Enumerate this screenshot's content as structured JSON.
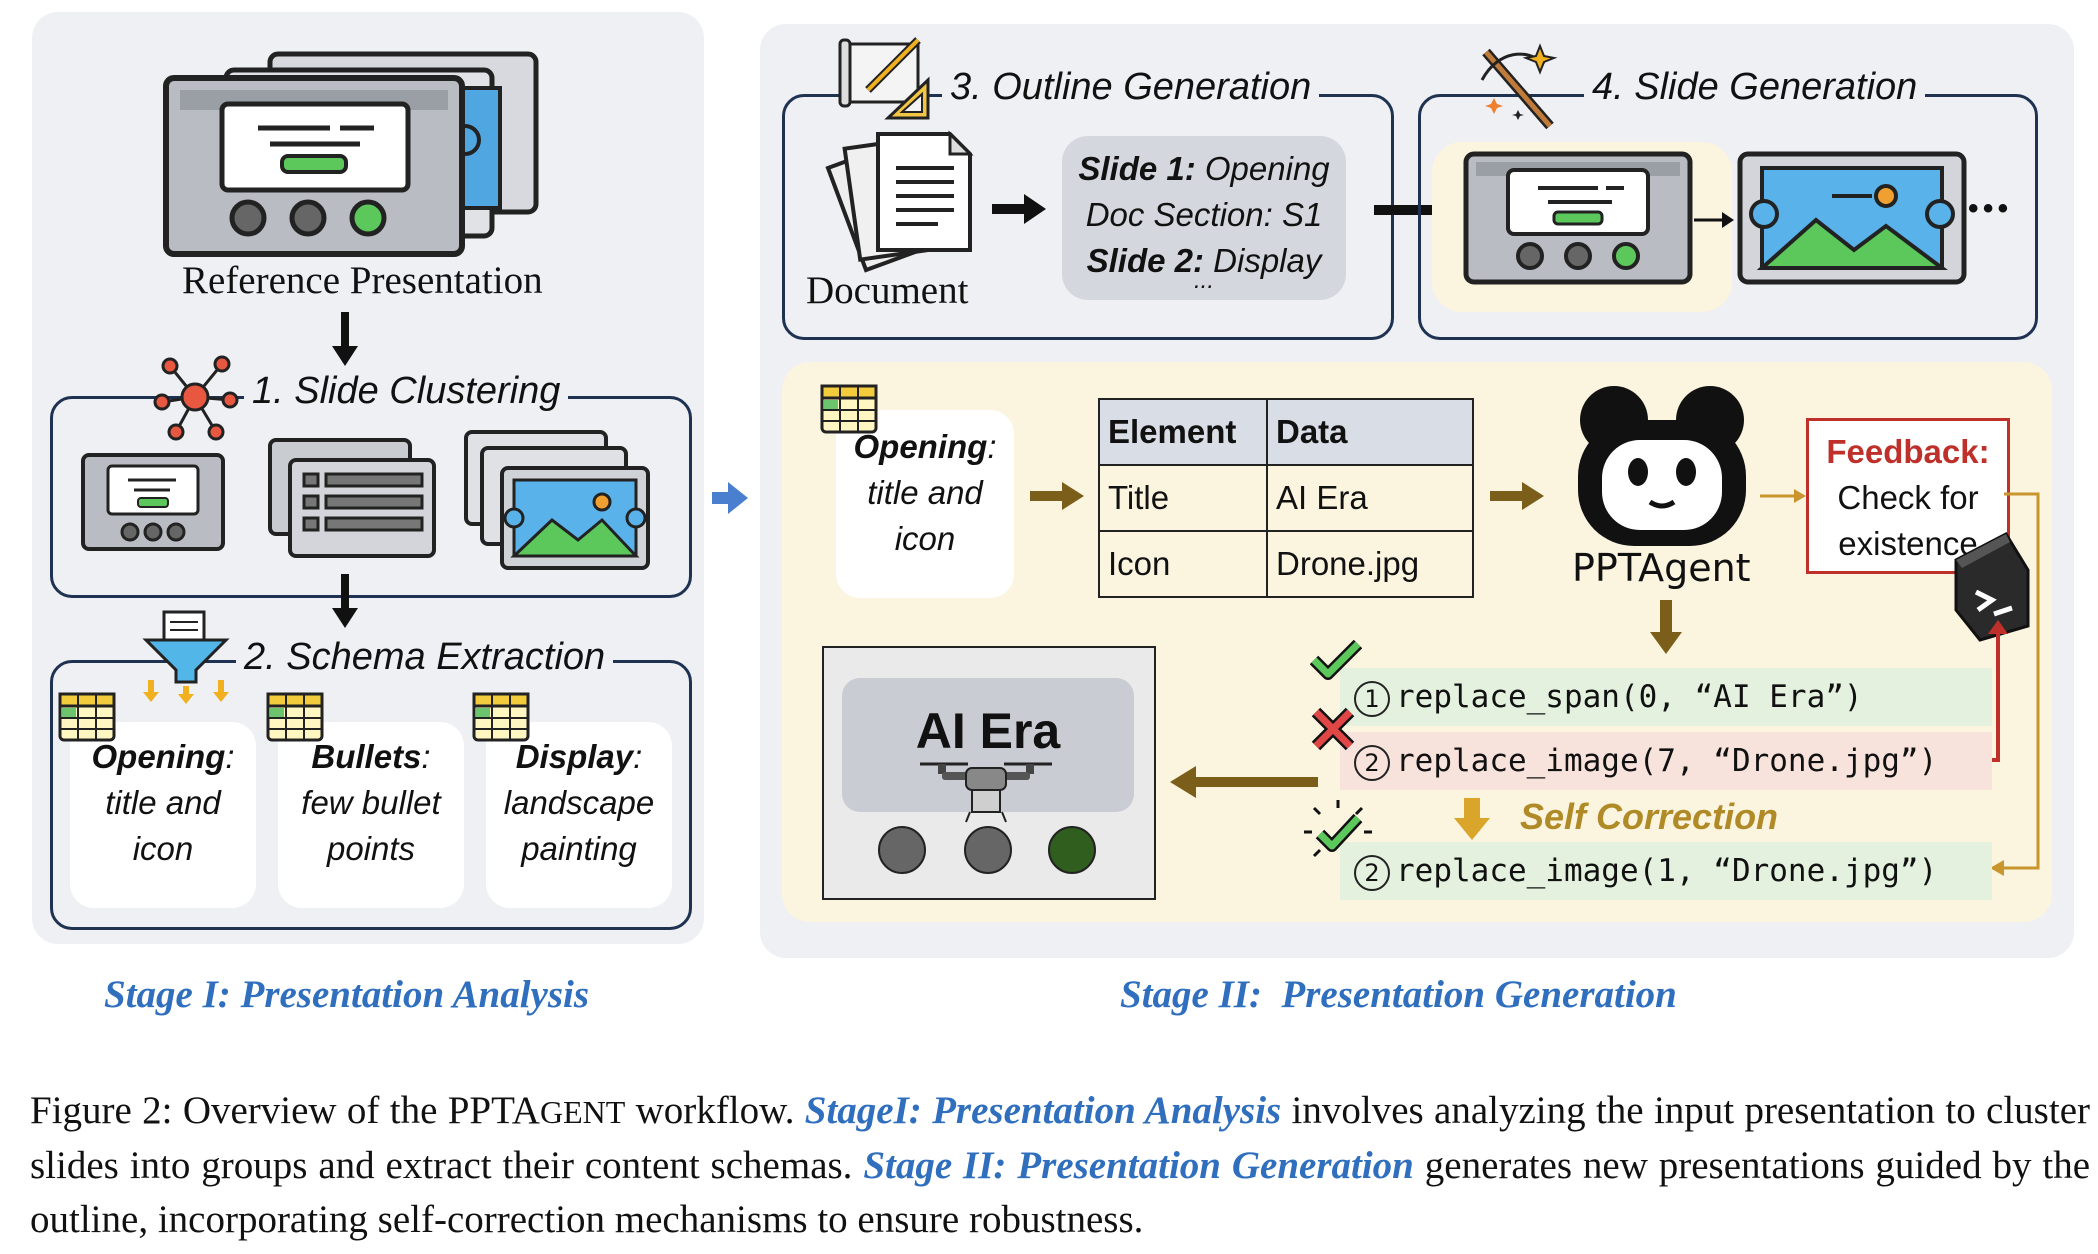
{
  "stage1": {
    "ref_label": "Reference Presentation",
    "step1_title": "1. Slide Clustering",
    "step2_title": "2. Schema Extraction",
    "cards": [
      {
        "name": "Opening",
        "line1": "title and",
        "line2": "icon"
      },
      {
        "name": "Bullets",
        "line1": "few bullet",
        "line2": "points"
      },
      {
        "name": "Display",
        "line1": "landscape",
        "line2": "painting"
      }
    ],
    "caption": "Stage I: Presentation Analysis"
  },
  "stage2": {
    "step3_title": "3. Outline Generation",
    "step4_title": "4. Slide Generation",
    "doc_label": "Document",
    "outline": {
      "s1_bold": "Slide 1:",
      "s1_rest": " Opening",
      "s1_sub": "Doc Section: S1",
      "s2_bold": "Slide 2:",
      "s2_rest": " Display",
      "more": "..."
    },
    "ellipsis": "• • •",
    "opening_card": {
      "name": "Opening",
      "line1": "title and",
      "line2": "icon"
    },
    "table": {
      "headers": [
        "Element",
        "Data"
      ],
      "rows": [
        [
          "Title",
          "AI Era"
        ],
        [
          "Icon",
          "Drone.jpg"
        ]
      ]
    },
    "agent_label": "PPTAgent",
    "feedback": {
      "title": "Feedback:",
      "line1": "Check for",
      "line2": "existence"
    },
    "code": [
      {
        "num": "1",
        "text": "replace_span(0, “AI Era”)"
      },
      {
        "num": "2",
        "text": "replace_image(7, “Drone.jpg”)"
      },
      {
        "num": "2",
        "text": "replace_image(1, “Drone.jpg”)"
      }
    ],
    "self_correction": "Self Correction",
    "result_title": "AI Era",
    "caption": "Stage II:  Presentation Generation"
  },
  "figure_caption": {
    "prefix": "Figure 2: Overview of the PPTA",
    "smallcaps": "GENT",
    "mid1": " workflow. ",
    "hl1": "StageI: Presentation Analysis",
    "mid2": " involves analyzing the input presentation to cluster slides into groups and extract their content schemas. ",
    "hl2": "Stage II: Presentation Generation",
    "tail": " generates new presentations guided by the outline, incorporating self-correction mechanisms to ensure robustness."
  },
  "colors": {
    "accent_blue": "#2f6fbe",
    "box_navy": "#1f3252",
    "olive_arrow": "#7a5e1a",
    "feedback_red": "#c0302a",
    "code_green": "#e3f1de",
    "code_red": "#f7e2dc",
    "cream": "#fbf4df"
  }
}
